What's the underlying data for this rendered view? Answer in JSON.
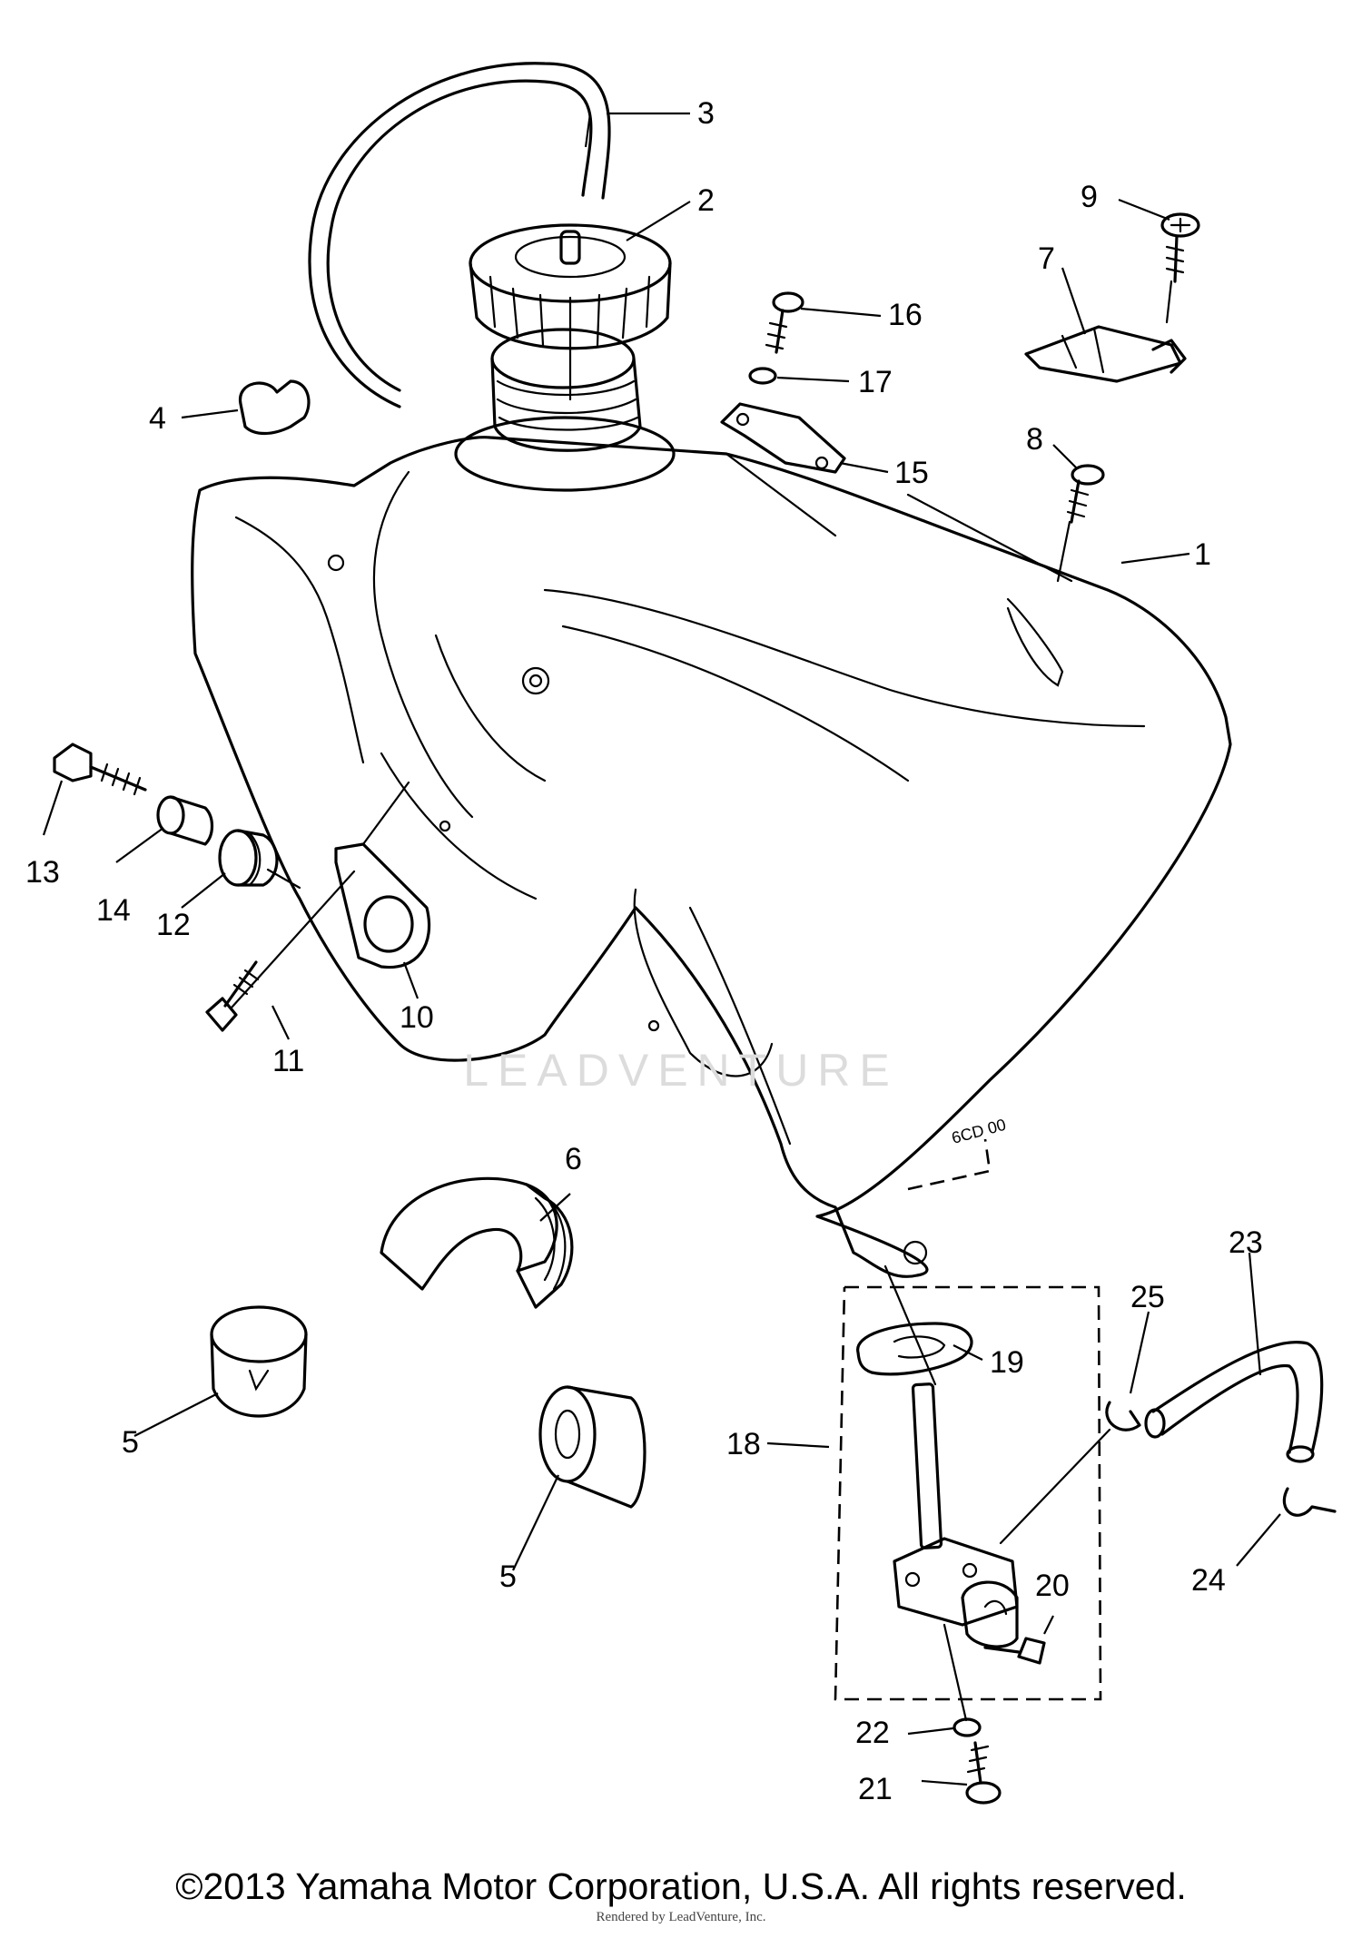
{
  "watermark": "LEADVENTURE",
  "copyright": "©2013 Yamaha Motor Corporation, U.S.A. All rights reserved.",
  "credit": "Rendered by LeadVenture, Inc.",
  "tank_code": "6CD 00",
  "callouts": [
    {
      "id": "c1",
      "text": "1"
    },
    {
      "id": "c2",
      "text": "2"
    },
    {
      "id": "c3",
      "text": "3"
    },
    {
      "id": "c4",
      "text": "4"
    },
    {
      "id": "c5a",
      "text": "5"
    },
    {
      "id": "c5b",
      "text": "5"
    },
    {
      "id": "c6",
      "text": "6"
    },
    {
      "id": "c7",
      "text": "7"
    },
    {
      "id": "c8",
      "text": "8"
    },
    {
      "id": "c9",
      "text": "9"
    },
    {
      "id": "c10",
      "text": "10"
    },
    {
      "id": "c11",
      "text": "11"
    },
    {
      "id": "c12",
      "text": "12"
    },
    {
      "id": "c13",
      "text": "13"
    },
    {
      "id": "c14",
      "text": "14"
    },
    {
      "id": "c15",
      "text": "15"
    },
    {
      "id": "c16",
      "text": "16"
    },
    {
      "id": "c17",
      "text": "17"
    },
    {
      "id": "c18",
      "text": "18"
    },
    {
      "id": "c19",
      "text": "19"
    },
    {
      "id": "c20",
      "text": "20"
    },
    {
      "id": "c21",
      "text": "21"
    },
    {
      "id": "c22",
      "text": "22"
    },
    {
      "id": "c23",
      "text": "23"
    },
    {
      "id": "c24",
      "text": "24"
    },
    {
      "id": "c25",
      "text": "25"
    }
  ]
}
